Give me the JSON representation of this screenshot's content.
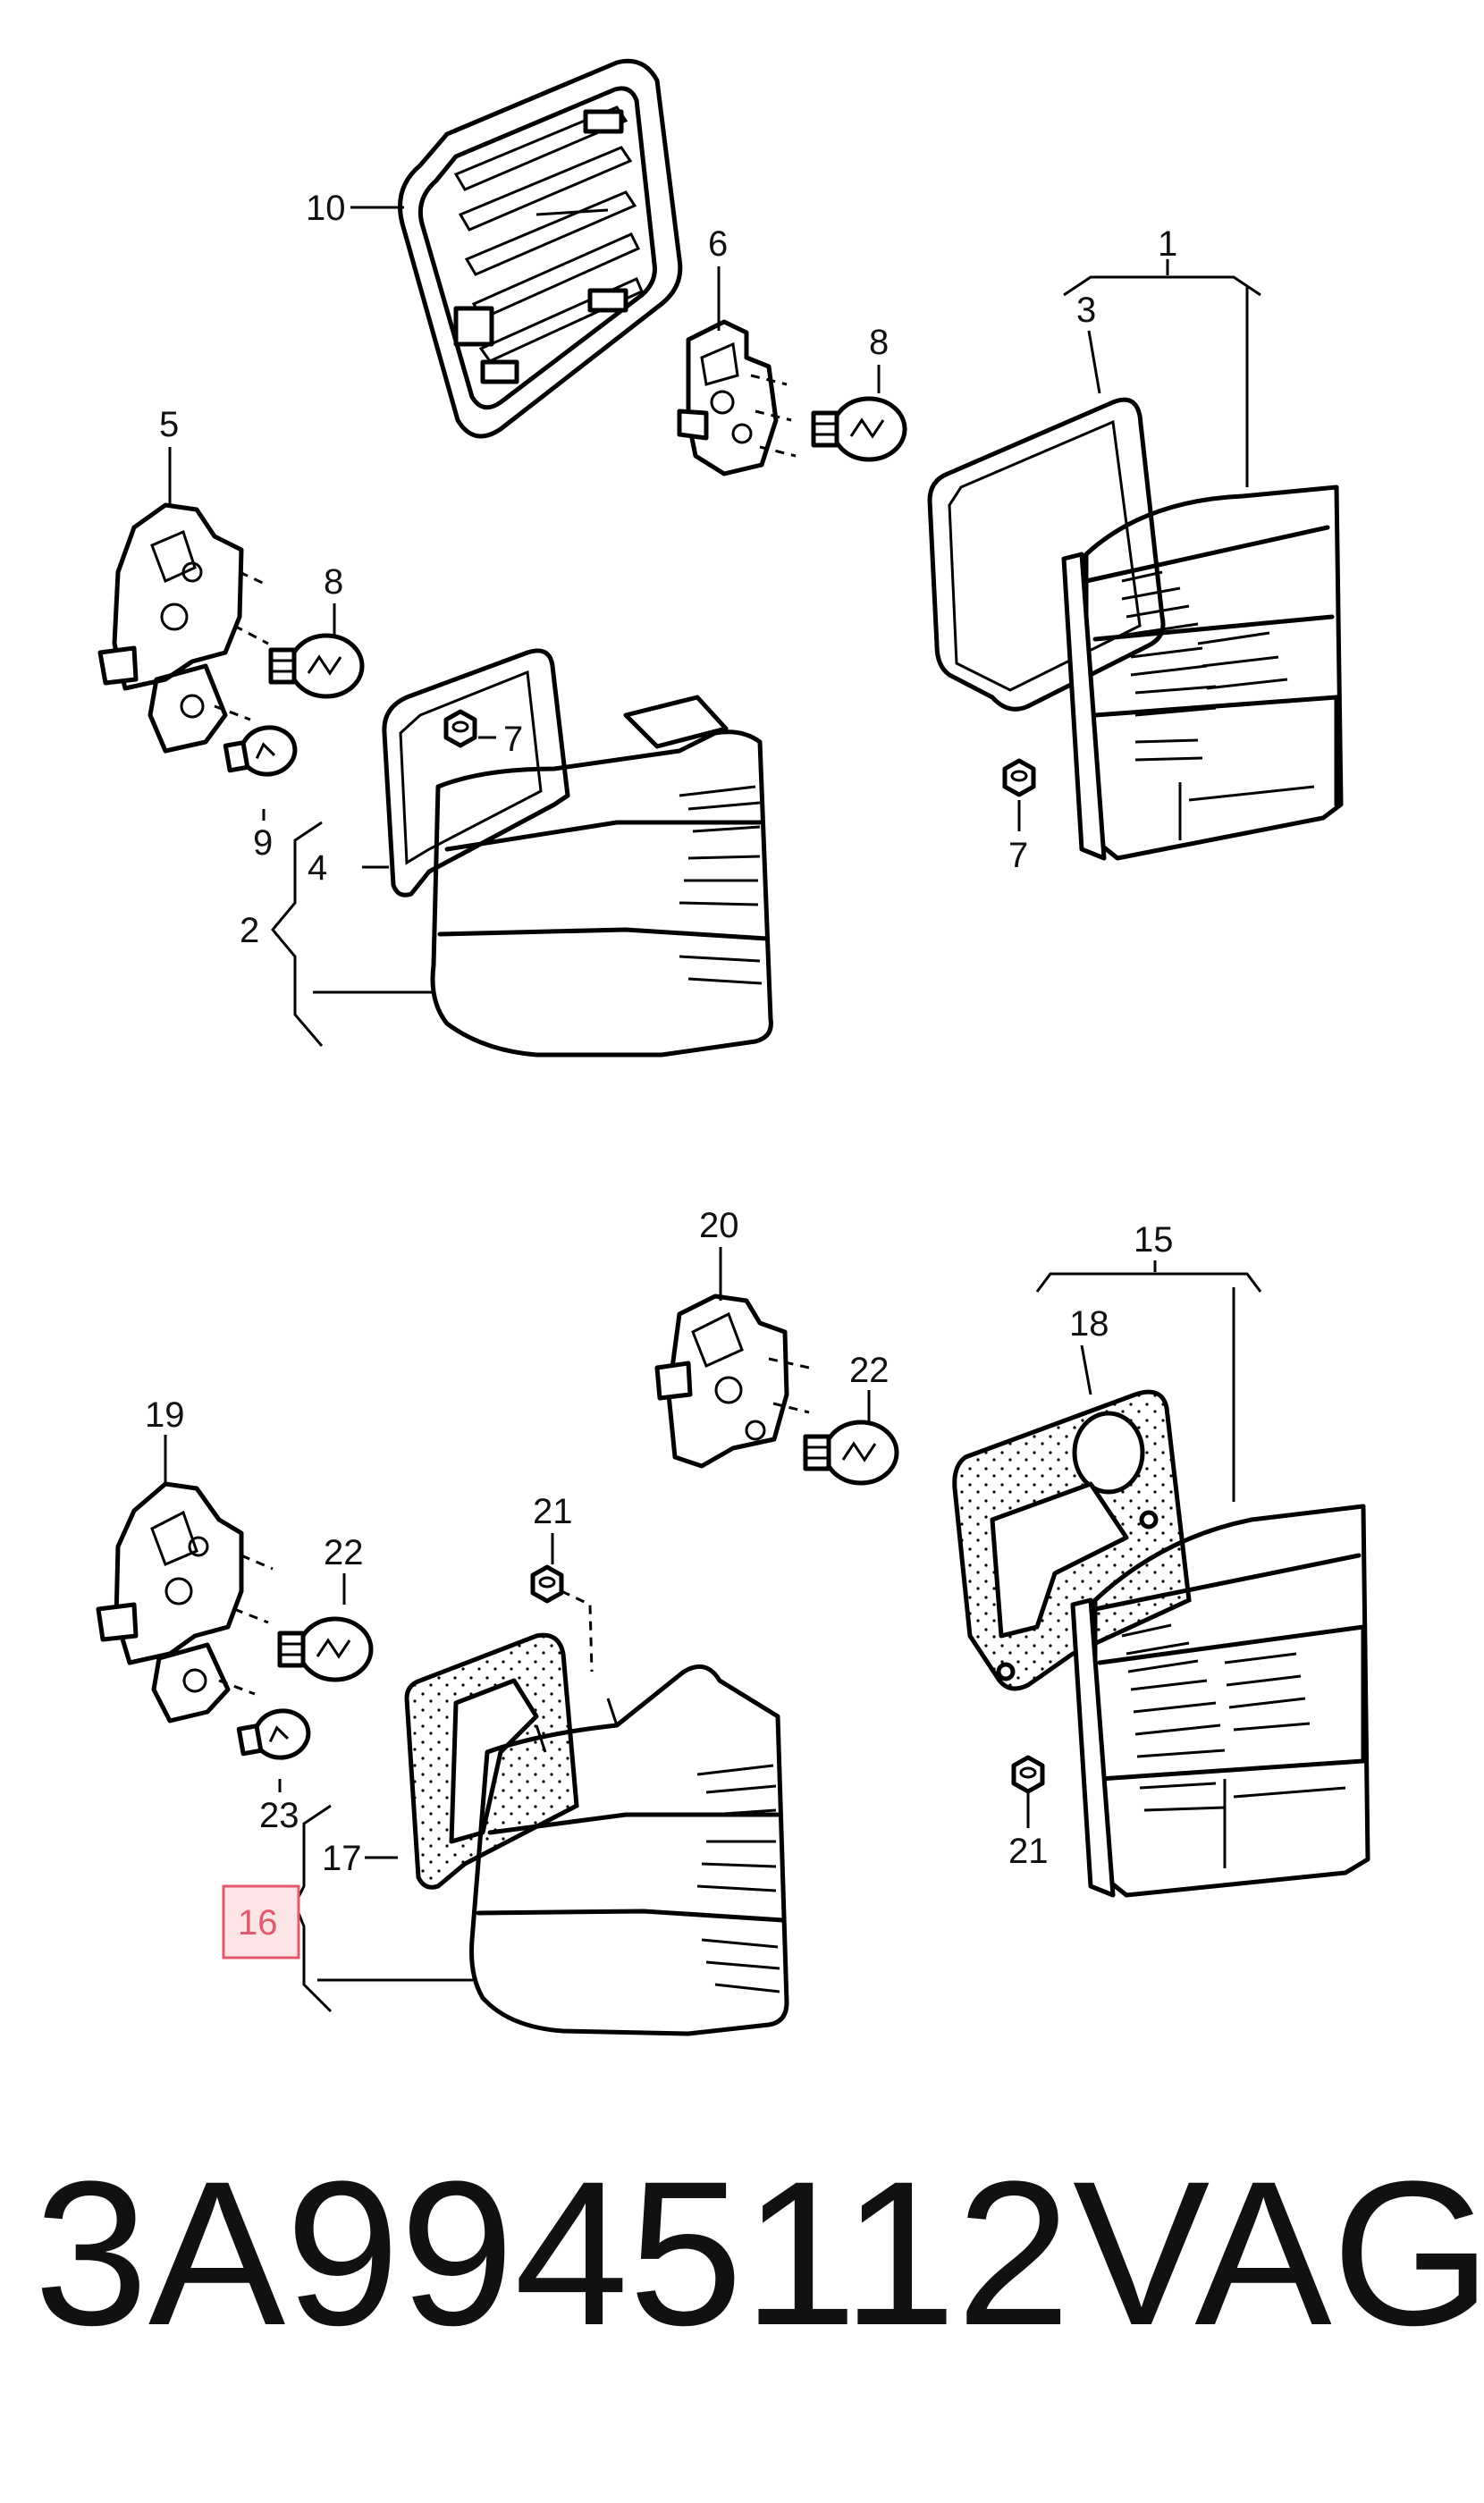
{
  "callouts": {
    "c1": "1",
    "c2": "2",
    "c3": "3",
    "c4": "4",
    "c5": "5",
    "c6": "6",
    "c7a": "7",
    "c7b": "7",
    "c8a": "8",
    "c8b": "8",
    "c9": "9",
    "c10": "10",
    "c15": "15",
    "c16": "16",
    "c17": "17",
    "c18": "18",
    "c19": "19",
    "c20": "20",
    "c21a": "21",
    "c21b": "21",
    "c22a": "22",
    "c22b": "22",
    "c23": "23"
  },
  "footer": {
    "part_number": "3A9945112",
    "brand": "VAG"
  },
  "highlight": {
    "callout": "16",
    "color": "#e25b6c"
  }
}
